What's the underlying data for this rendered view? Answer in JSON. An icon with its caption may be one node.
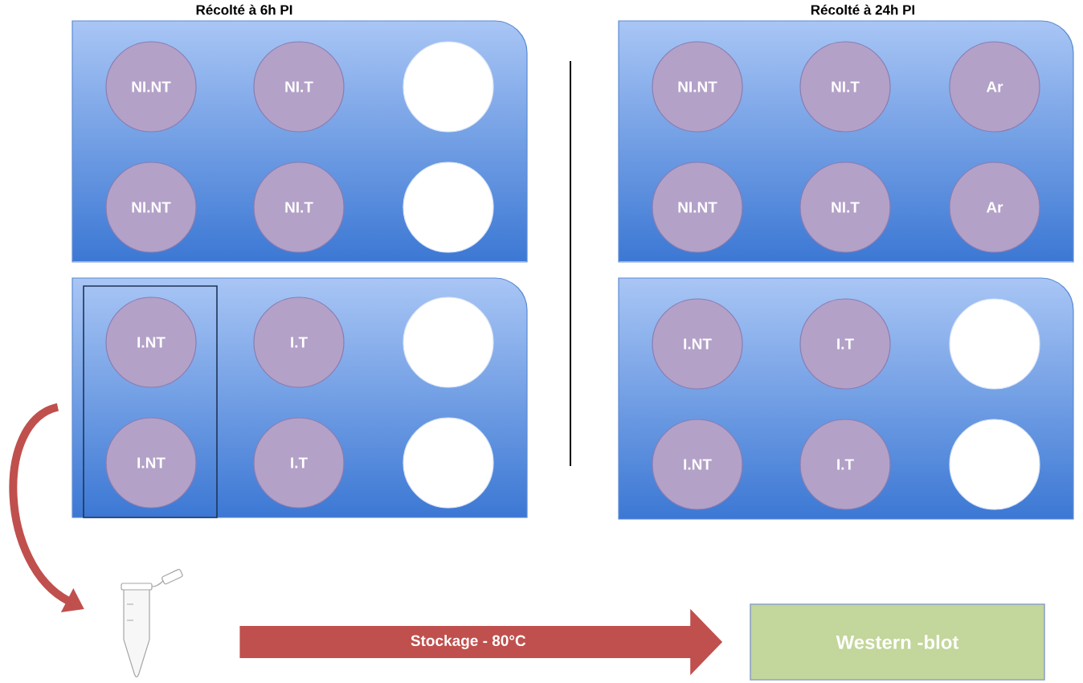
{
  "diagram": {
    "nodes": [
      {
        "text": [
          "Récolté à 6h PI"
        ]
      },
      {
        "text": [
          "NI.NT"
        ],
        "in": 0
      },
      {
        "text": [
          "NI.T"
        ],
        "in": 0
      },
      {
        "text": [],
        "shape": "circle",
        "in": 0
      },
      {
        "text": [
          "NI.NT"
        ],
        "in": 0
      },
      {
        "text": [
          "NI.T"
        ],
        "in": 0
      },
      {
        "text": [],
        "shape": "circle",
        "in": 0
      },
      {
        "text": [
          "Récolté à 24h PI"
        ]
      },
      {
        "text": [
          "NI.NT"
        ],
        "in": 7
      },
      {
        "text": [
          "NI.T"
        ],
        "in": 7
      },
      {
        "text": [
          "Ar"
        ],
        "in": 7
      },
      {
        "text": [
          "NI.NT"
        ],
        "in": 7
      },
      {
        "text": [
          "NI.T"
        ],
        "in": 7
      },
      {
        "text": [
          "Ar"
        ],
        "in": 7
      },
      {
        "text": [],
        "shape": "box"
      },
      {
        "text": [],
        "shape": "box",
        "in": 14
      },
      {
        "text": [
          "I.NT"
        ],
        "in": 15
      },
      {
        "text": [
          "I.T"
        ],
        "in": 14
      },
      {
        "text": [],
        "shape": "circle",
        "in": 14
      },
      {
        "text": [
          "I.NT"
        ],
        "in": 15
      },
      {
        "text": [
          "I.T"
        ],
        "in": 14
      },
      {
        "text": [],
        "shape": "circle",
        "in": 14
      },
      {
        "text": [],
        "shape": "box"
      },
      {
        "text": [
          "I.NT"
        ],
        "in": 22
      },
      {
        "text": [
          "I.T"
        ],
        "in": 22
      },
      {
        "text": [],
        "shape": "circle",
        "in": 22
      },
      {
        "text": [
          "I.NT"
        ],
        "in": 22
      },
      {
        "text": [
          "I.T"
        ],
        "in": 22
      },
      {
        "text": [],
        "shape": "circle",
        "in": 22
      },
      {
        "text": [],
        "shape": "picture"
      },
      {
        "text": [
          "Western -blot"
        ]
      }
    ],
    "edges": [
      {
        "from": 15,
        "to": 29,
        "arrow": "to"
      },
      {
        "from": 29,
        "to": 30,
        "arrow": "to",
        "label": "Stockage - 80°C",
        "style": "thick"
      }
    ]
  }
}
